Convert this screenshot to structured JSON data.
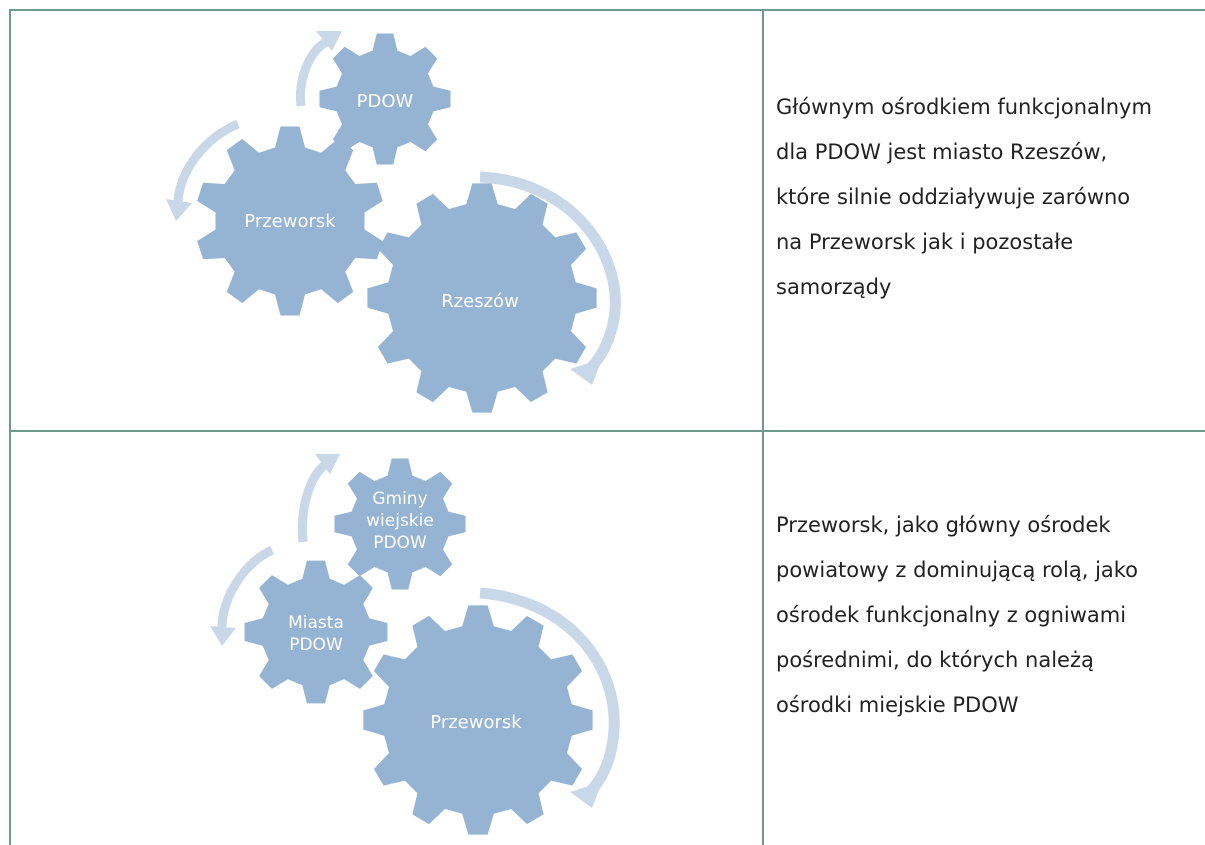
{
  "colors": {
    "gear": "#95b3d3",
    "arrow": "#c8d8e8",
    "border": "#6f9a8e",
    "text": "#222222"
  },
  "rows": [
    {
      "gears": {
        "top": [
          "PDOW"
        ],
        "left": [
          "Przeworsk"
        ],
        "big": [
          "Rzeszów"
        ]
      },
      "text_lines": [
        "Głównym ośrodkiem funkcjonalnym",
        "dla PDOW jest miasto Rzeszów,",
        "które silnie oddziaływuje zarówno",
        "na Przeworsk jak i pozostałe",
        "samorządy"
      ]
    },
    {
      "gears": {
        "top": [
          "Gminy",
          "wiejskie",
          "PDOW"
        ],
        "left": [
          "Miasta",
          "PDOW"
        ],
        "big": [
          "Przeworsk"
        ]
      },
      "text_lines": [
        "Przeworsk, jako główny ośrodek",
        "powiatowy z dominującą rolą, jako",
        "ośrodek funkcjonalny z ogniwami",
        "pośrednimi, do których należą",
        "ośrodki miejskie PDOW"
      ]
    }
  ]
}
